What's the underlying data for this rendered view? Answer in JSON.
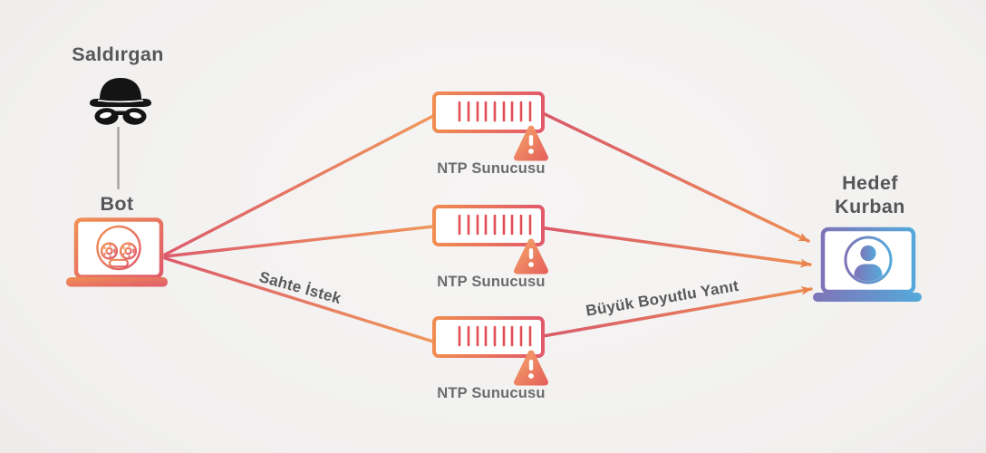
{
  "diagram": {
    "attacker": {
      "label": "Saldırgan",
      "icon": "spy-hat-mask-icon"
    },
    "bot": {
      "label": "Bot",
      "icon": "bot-laptop-icon"
    },
    "servers": [
      {
        "label": "NTP Sunucusu",
        "icon": "server-rack-icon",
        "status_icon": "warning-triangle-icon"
      },
      {
        "label": "NTP Sunucusu",
        "icon": "server-rack-icon",
        "status_icon": "warning-triangle-icon"
      },
      {
        "label": "NTP Sunucusu",
        "icon": "server-rack-icon",
        "status_icon": "warning-triangle-icon"
      }
    ],
    "victim": {
      "label_line1": "Hedef",
      "label_line2": "Kurban",
      "icon": "victim-laptop-icon"
    },
    "edges": {
      "request_label": "Sahte İstek",
      "response_label": "Büyük Boyutlu Yanıt",
      "bot_to_server_count": 3,
      "server_to_victim_count": 3
    },
    "colors": {
      "edge_gradient_left": "#dc5c6c",
      "edge_gradient_right": "#f0975c",
      "arrowhead_orange": "#e8834e",
      "server_border_left": "#f08c50",
      "server_border_right": "#e2596a",
      "server_bars_red": "#e14f55",
      "warning_triangle_top": "#f4a268",
      "warning_triangle_bottom": "#e6645c",
      "bot_laptop_gradient": [
        "#f09154",
        "#e05a6c"
      ],
      "victim_laptop_gradient": [
        "#7e74b8",
        "#55a9da"
      ],
      "attacker_icon_black": "#141414",
      "attacker_link_gray": "#a8a5a4",
      "label_dark_gray": "#55565a",
      "label_mid_gray": "#6b6c6f",
      "background_light": "#f6f5f4",
      "background_edge": "#dcdad9"
    }
  }
}
